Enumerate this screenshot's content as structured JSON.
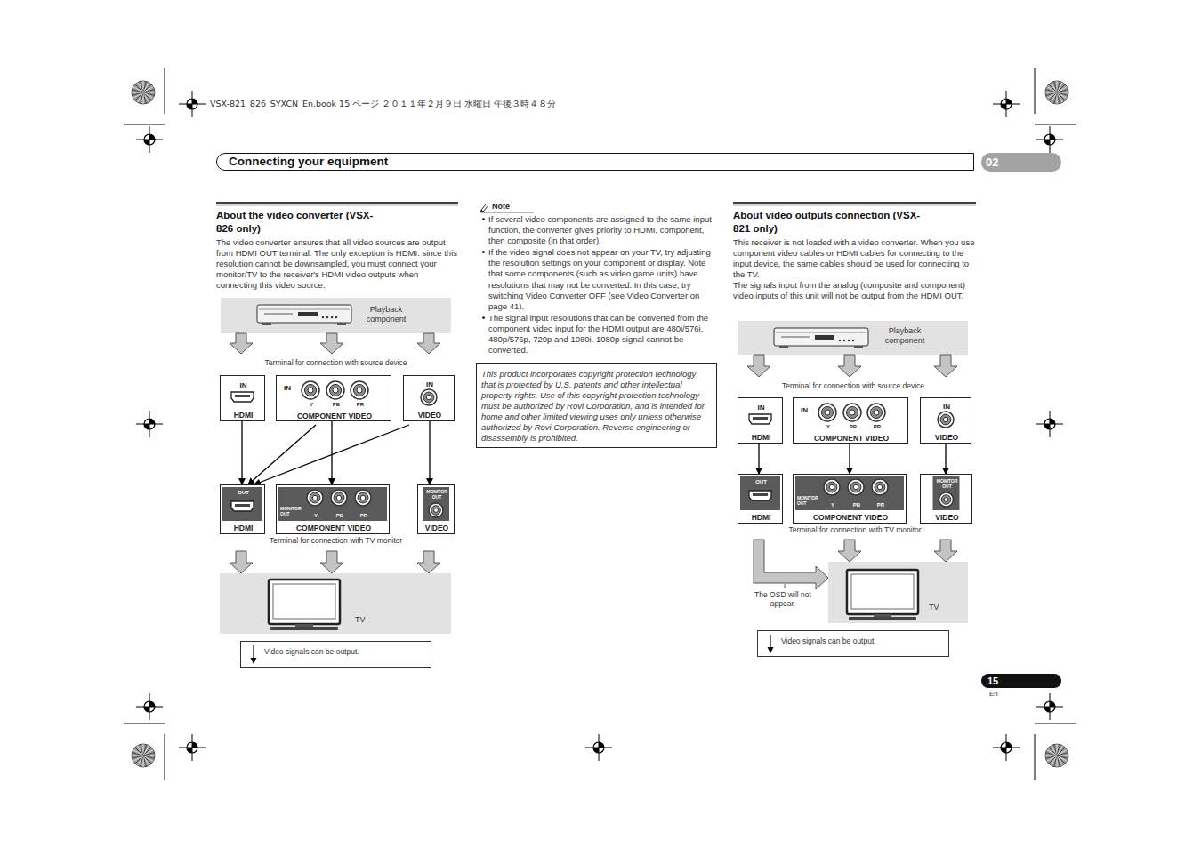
{
  "diagram": {
    "title": "Connecting your equipment",
    "nodes": [
      {
        "text": [
          "Playback component"
        ]
      },
      {
        "text": [
          "IN",
          "HDMI"
        ]
      },
      {
        "text": [
          "IN",
          "Y",
          "PB",
          "PR",
          "COMPONENT VIDEO"
        ]
      },
      {
        "text": [
          "IN",
          "VIDEO"
        ]
      },
      {
        "text": [
          "OUT",
          "HDMI"
        ]
      },
      {
        "text": [
          "MONITOR OUT",
          "Y",
          "PB",
          "PR",
          "COMPONENT VIDEO"
        ]
      },
      {
        "text": [
          "MONITOR OUT",
          "VIDEO"
        ]
      },
      {
        "text": [
          "TV"
        ]
      },
      {
        "text": [
          "This product incorporates copyright protection technology that is protected by U.S. patents and other intellectual property rights. Use of this copyright protection technology must be authorized by Rovi Corporation, and is intended for home and other limited viewing uses only unless otherwise authorized by Rovi Corporation. Reverse engineering or disassembly is prohibited."
        ]
      },
      {
        "text": [
          "Playback component"
        ]
      },
      {
        "text": [
          "IN",
          "HDMI"
        ]
      },
      {
        "text": [
          "IN",
          "Y",
          "PB",
          "PR",
          "COMPONENT VIDEO"
        ]
      },
      {
        "text": [
          "IN",
          "VIDEO"
        ]
      },
      {
        "text": [
          "OUT",
          "HDMI"
        ]
      },
      {
        "text": [
          "MONITOR OUT",
          "Y",
          "PB",
          "PR",
          "COMPONENT VIDEO"
        ]
      },
      {
        "text": [
          "MONITOR OUT",
          "VIDEO"
        ]
      },
      {
        "text": [
          "TV"
        ]
      }
    ],
    "edges": [
      {
        "from": 0,
        "to": 1,
        "arrow": "to"
      },
      {
        "from": 0,
        "to": 2,
        "arrow": "to"
      },
      {
        "from": 0,
        "to": 3,
        "arrow": "to"
      },
      {
        "from": 1,
        "to": 4,
        "arrow": "to"
      },
      {
        "from": 2,
        "to": 4,
        "arrow": "to"
      },
      {
        "from": 3,
        "to": 4,
        "arrow": "to"
      },
      {
        "from": 2,
        "to": 5,
        "arrow": "to"
      },
      {
        "from": 3,
        "to": 6,
        "arrow": "to"
      },
      {
        "from": 4,
        "to": 7,
        "arrow": "to"
      },
      {
        "from": 5,
        "to": 7,
        "arrow": "to"
      },
      {
        "from": 6,
        "to": 7,
        "arrow": "to"
      },
      {
        "from": 9,
        "to": 10,
        "arrow": "to"
      },
      {
        "from": 9,
        "to": 11,
        "arrow": "to"
      },
      {
        "from": 9,
        "to": 12,
        "arrow": "to"
      },
      {
        "from": 10,
        "to": 13,
        "arrow": "to"
      },
      {
        "from": 11,
        "to": 14,
        "arrow": "to"
      },
      {
        "from": 12,
        "to": 15,
        "arrow": "to"
      },
      {
        "from": 13,
        "to": 16,
        "arrow": "to"
      },
      {
        "from": 14,
        "to": 16,
        "arrow": "to"
      },
      {
        "from": 15,
        "to": 16,
        "arrow": "to"
      }
    ],
    "labels": [
      "VSX-821_826_SYXCN_En.book 15 ページ ２０１１年２月９日 水曜日 午後３時４８分",
      "02",
      "About the video converter (VSX-826 only)",
      "The video converter ensures that all video sources are output from HDMI OUT terminal. The only exception is HDMI: since this resolution cannot be downsampled, you must connect your monitor/TV to the receiver's HDMI video outputs when connecting this video source.",
      "Terminal for connection with source device",
      "Terminal for connection with TV monitor",
      "Note",
      "If several video components are assigned to the same input function, the converter gives priority to HDMI, component, then composite (in that order).",
      "If the video signal does not appear on your TV, try adjusting the resolution settings on your component or display. Note that some components (such as video game units) have resolutions that may not be converted. In this case, try switching Video Converter OFF (see Video Converter on page 41).",
      "The signal input resolutions that can be converted from the component video input for the HDMI output are 480i/576i, 480p/576p, 720p and 1080i. 1080p signal cannot be converted.",
      "About video outputs connection (VSX-821 only)",
      "This receiver is not loaded with a video converter. When you use component video cables or HDMI cables for connecting to the input device, the same cables should be used for connecting to the TV.",
      "The signals input from the analog (composite and component) video inputs of this unit will not be output from the HDMI OUT.",
      "Terminal for connection with source device",
      "Terminal for connection with TV monitor",
      "The OSD will not appear.",
      "15",
      "En"
    ],
    "legend": [
      {
        "text": "Video signals can be output."
      },
      {
        "text": "Video signals can be output."
      }
    ]
  }
}
